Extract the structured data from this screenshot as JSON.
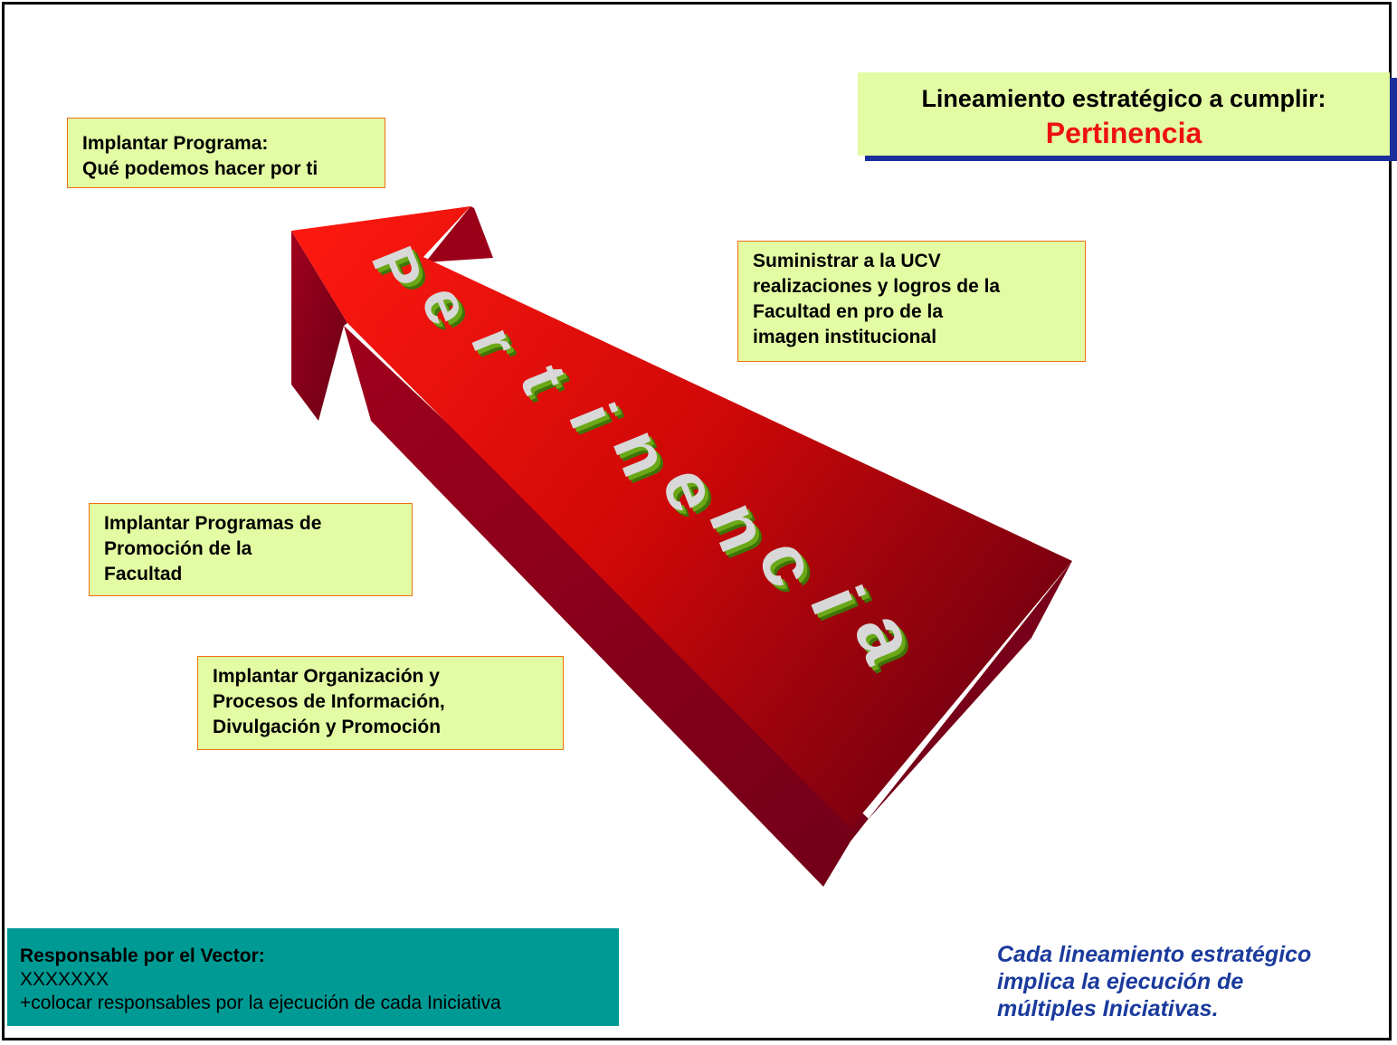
{
  "header": {
    "title": "Lineamiento estratégico a cumplir:",
    "highlight": "Pertinencia"
  },
  "arrow": {
    "word": "Pertinencia",
    "colors": {
      "top": "#e80c0c",
      "side": "#7a0018",
      "letters": "#7cc21c"
    }
  },
  "initiatives": [
    {
      "text": "Implantar Programa:\nQué podemos hacer por ti"
    },
    {
      "text": "Suministrar a la UCV\nrealizaciones y logros de la\nFacultad en pro de la\nimagen institucional"
    },
    {
      "text": "Implantar Programas de\nPromoción de la\nFacultad"
    },
    {
      "text": "Implantar Organización y\nProcesos de Información,\nDivulgación  y Promoción"
    }
  ],
  "responsible": {
    "title": "Responsable por el Vector:",
    "name": "XXXXXXX",
    "note": "+colocar responsables por la ejecución de cada Iniciativa"
  },
  "footer_note": "Cada lineamiento estratégico\nimplica la ejecución de\nmúltiples Iniciativas.",
  "colors": {
    "box_fill": "#e3fba3",
    "box_border": "#f07010",
    "teal": "#009a94",
    "navy": "#1a3a9c"
  }
}
